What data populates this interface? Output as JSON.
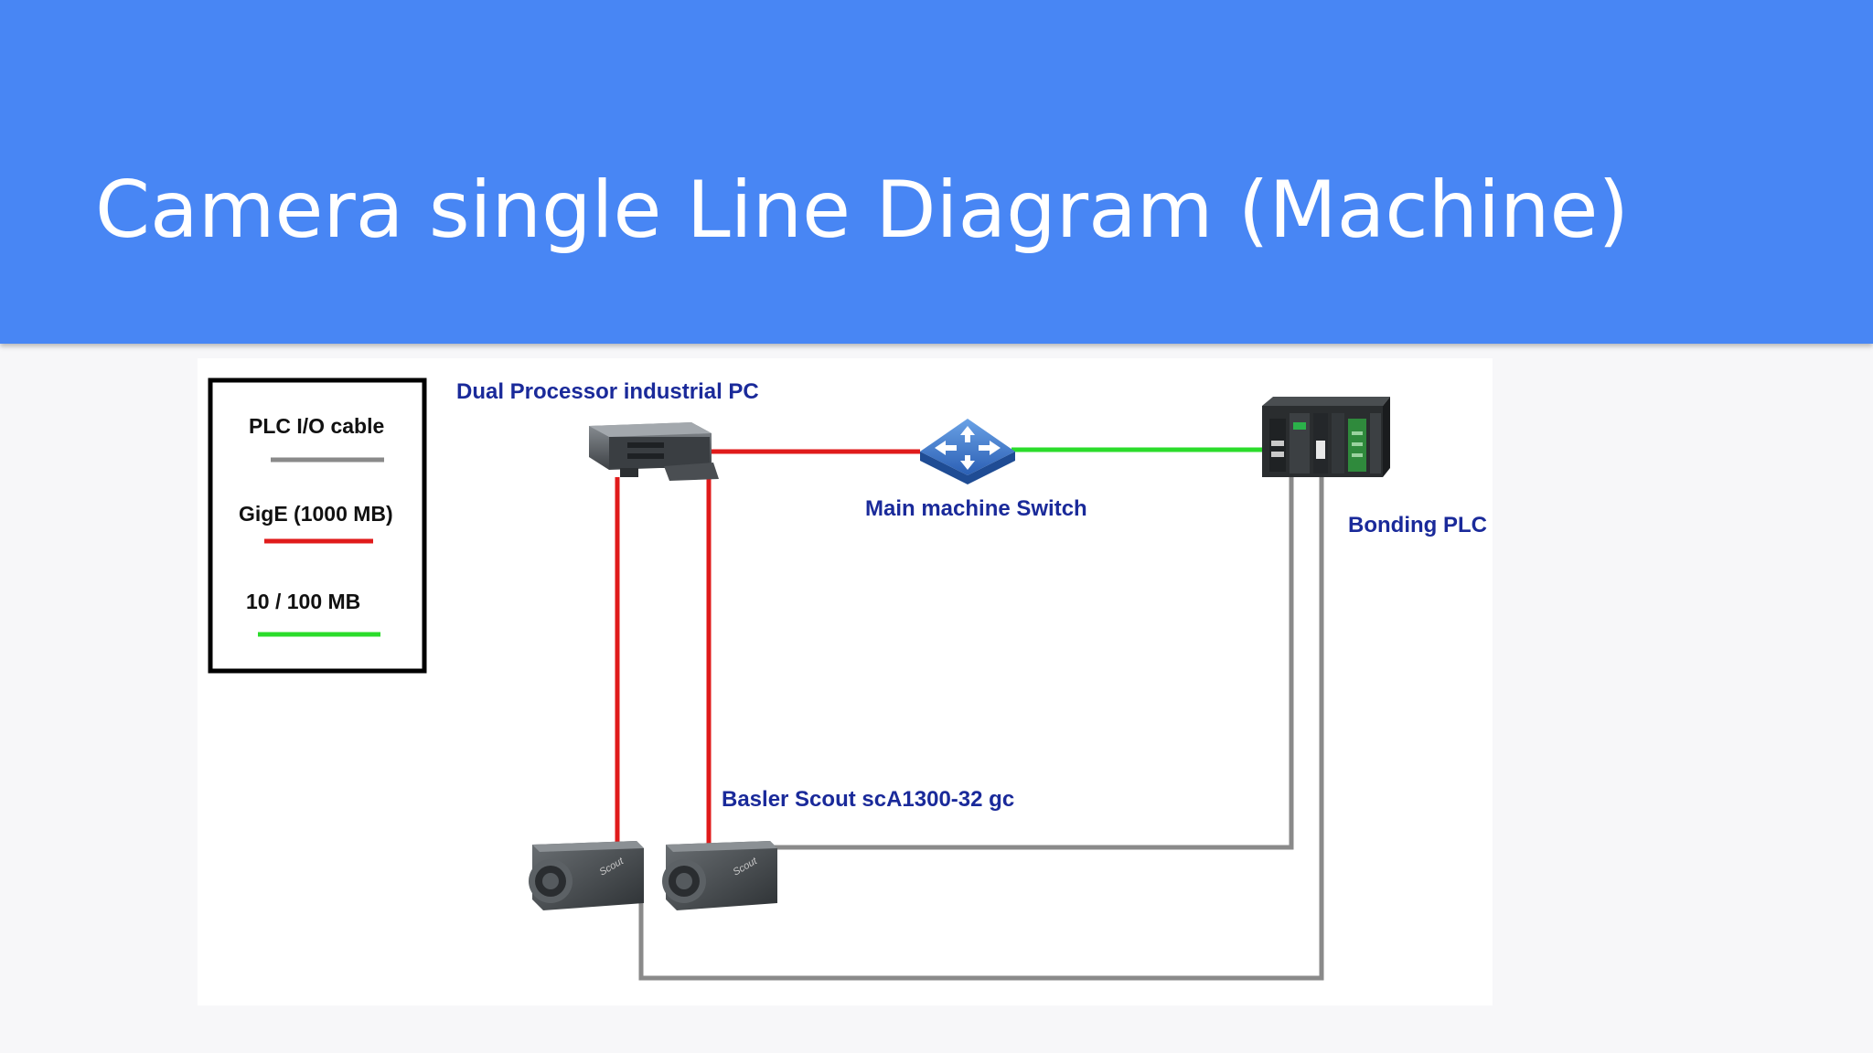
{
  "slide": {
    "title": "Camera single Line Diagram (Machine)"
  },
  "legend": {
    "items": [
      {
        "label": "PLC I/O cable",
        "color": "#8a8a8a"
      },
      {
        "label": "GigE (1000 MB)",
        "color": "#e01b1b"
      },
      {
        "label": "10 / 100 MB",
        "color": "#2bdc2b"
      }
    ]
  },
  "nodes": {
    "pc": {
      "label": "Dual Processor industrial PC",
      "icon": "industrial-pc-icon"
    },
    "switch": {
      "label": "Main machine Switch",
      "icon": "network-switch-icon"
    },
    "plc": {
      "label": "Bonding PLC",
      "icon": "plc-rack-icon"
    },
    "cameras": {
      "label": "Basler Scout scA1300-32 gc",
      "icon": "camera-icon",
      "badge": "Scout"
    }
  },
  "colors": {
    "header": "#4886f4",
    "label_text": "#1a2a9a",
    "gige": "#e01b1b",
    "ethernet_100": "#2bdc2b",
    "plc_io": "#8a8a8a"
  }
}
